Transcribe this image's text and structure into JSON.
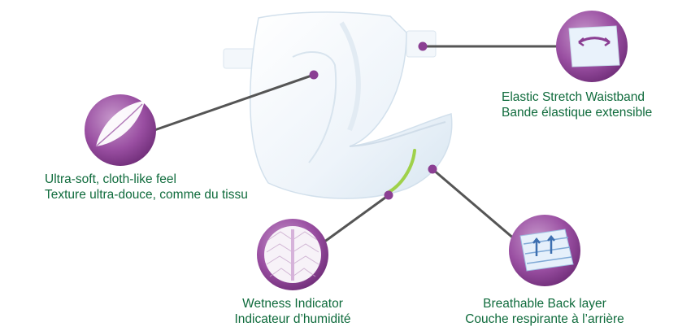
{
  "features": [
    {
      "id": "soft",
      "icon": "feather-icon",
      "line1": "Ultra-soft, cloth-like feel",
      "line2": "Texture ultra-douce, comme du tissu"
    },
    {
      "id": "waist",
      "icon": "stretch-arrows-icon",
      "line1": "Elastic Stretch Waistband",
      "line2": "Bande élastique extensible"
    },
    {
      "id": "wetness",
      "icon": "wetness-indicator-icon",
      "line1": "Wetness Indicator",
      "line2": "Indicateur d’humidité"
    },
    {
      "id": "breathable",
      "icon": "breathable-layer-icon",
      "line1": "Breathable Back layer",
      "line2": "Couche respirante à l’arrière"
    }
  ],
  "colors": {
    "accent": "#8b3f93",
    "accent_light": "#b27bb9",
    "text": "#0f6b3c",
    "connector": "#555555",
    "indicator": "#9fd14a"
  }
}
